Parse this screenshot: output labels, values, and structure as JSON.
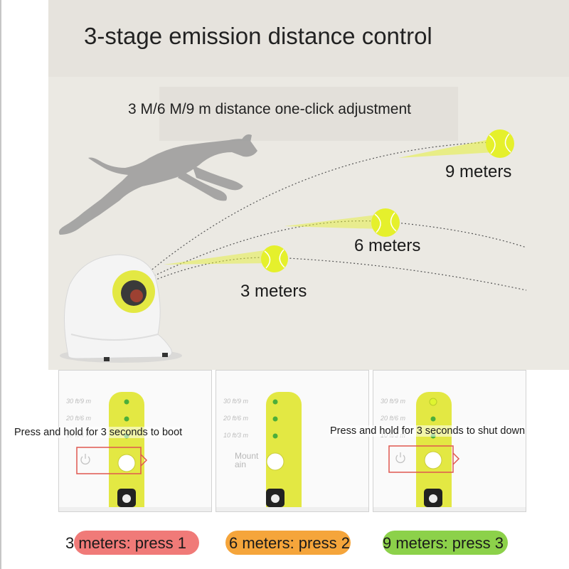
{
  "title": "3-stage emission distance control",
  "subtitle": "3 M/6 M/9 m distance one-click adjustment",
  "distances": {
    "nine": "9 meters",
    "six": "6 meters",
    "three": "3 meters"
  },
  "notes": {
    "boot": "Press and hold for 3 seconds to boot",
    "shutdown": "Press and hold for 3 seconds to shut down"
  },
  "panel_labels": {
    "range_9": "30 ft/9 m",
    "range_6": "20 ft/6 m",
    "range_3": "10 ft/3 m",
    "mount_line1": "Mount",
    "mount_line2": "ain"
  },
  "press_labels": [
    {
      "text": "3 meters: press 1",
      "color": "#f07a78"
    },
    {
      "text": "6 meters: press 2",
      "color": "#f5a53b"
    },
    {
      "text": "9 meters: press 3",
      "color": "#8cd14a"
    }
  ],
  "colors": {
    "ball": "#e5f02c",
    "device_yellow": "#e3e843",
    "led_green": "#4cae3a",
    "highlight_red": "#e0574f"
  },
  "icons": [
    "dog-silhouette",
    "ball-launcher",
    "tennis-ball",
    "power-icon"
  ]
}
